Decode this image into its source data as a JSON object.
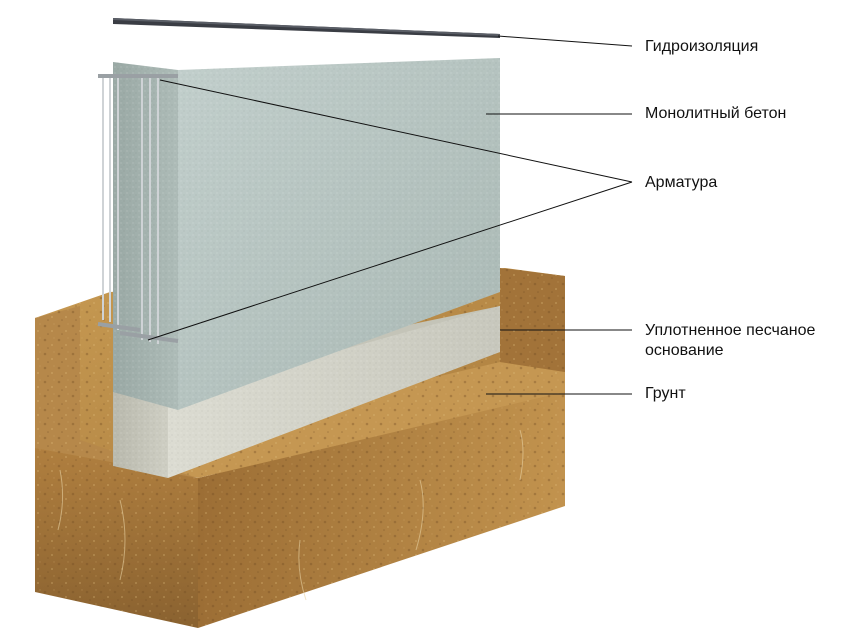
{
  "labels": {
    "waterproofing": "Гидроизоляция",
    "concrete": "Монолитный бетон",
    "rebar": "Арматура",
    "sand_line1": "Уплотненное песчаное",
    "sand_line2": "основание",
    "soil": "Грунт"
  },
  "colors": {
    "waterproofing": "#3a3d44",
    "concrete": "#b5c4c0",
    "sand": "#d6d6cc",
    "soil": "#b88a4a",
    "leader_line": "#111111"
  }
}
